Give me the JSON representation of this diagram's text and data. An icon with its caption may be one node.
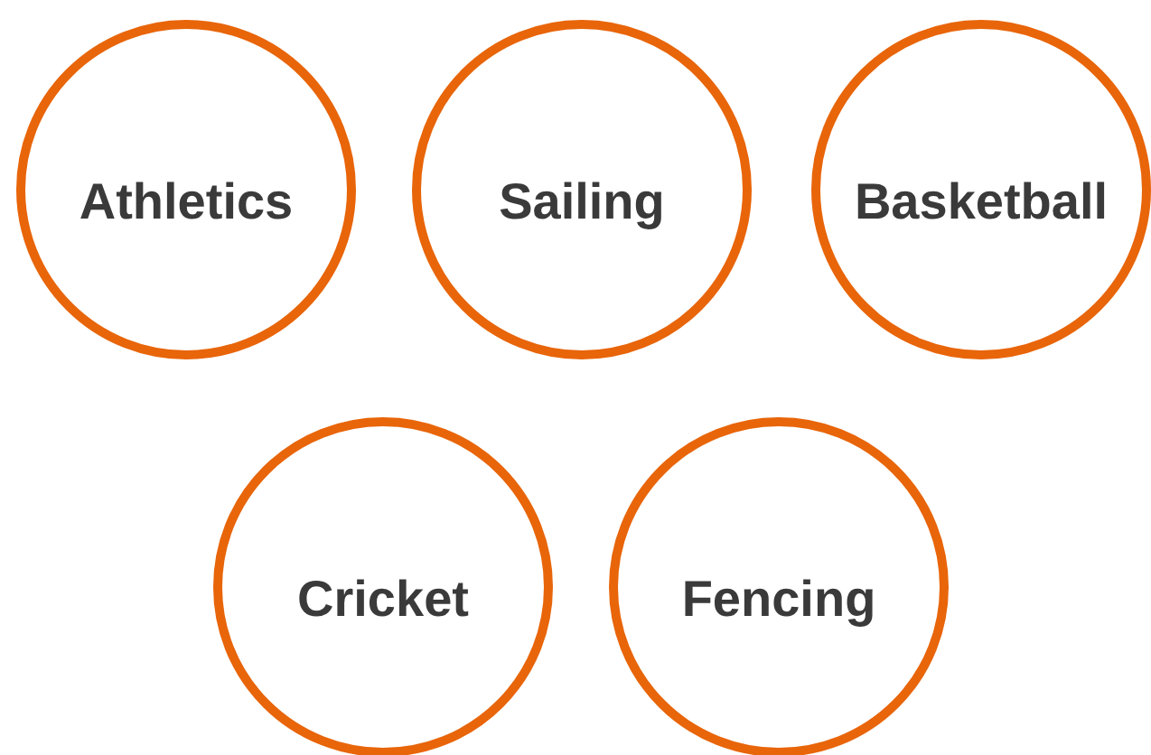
{
  "diagram": {
    "nodes": [
      {
        "text": [
          "Athletics"
        ]
      },
      {
        "text": [
          "Sailing"
        ]
      },
      {
        "text": [
          "Basketball"
        ]
      },
      {
        "text": [
          "Cricket"
        ]
      },
      {
        "text": [
          "Fencing"
        ]
      }
    ]
  }
}
